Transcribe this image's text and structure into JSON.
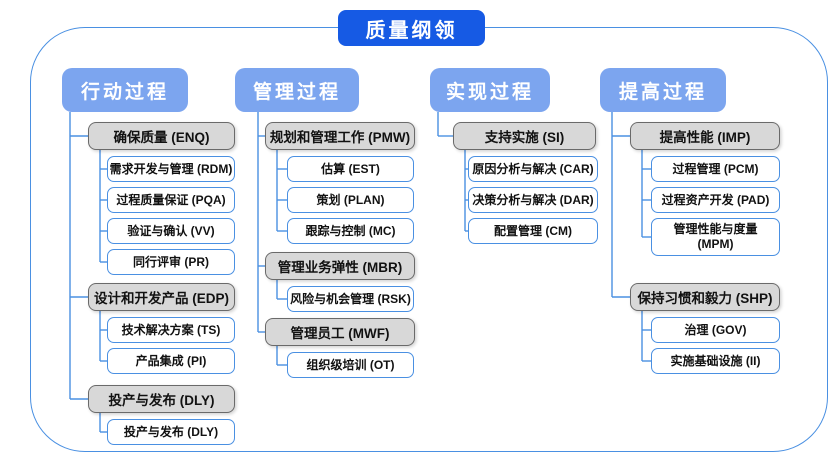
{
  "title": "质量纲领",
  "colors": {
    "title_bg": "#165ae4",
    "header_bg": "#7ca5ef",
    "group_fill": "#d8d8d8",
    "group_border": "#6a6a6a",
    "leaf_border": "#4a90e2",
    "connector": "#4a90e2",
    "frame_border": "#4a90e2"
  },
  "columns": [
    {
      "header": "行动过程",
      "groups": [
        {
          "label": "确保质量 (ENQ)",
          "children": [
            "需求开发与管理 (RDM)",
            "过程质量保证 (PQA)",
            "验证与确认 (VV)",
            "同行评审 (PR)"
          ]
        },
        {
          "label": "设计和开发产品 (EDP)",
          "children": [
            "技术解决方案 (TS)",
            "产品集成 (PI)"
          ]
        },
        {
          "label": "投产与发布 (DLY)",
          "children": [
            "投产与发布 (DLY)"
          ]
        }
      ]
    },
    {
      "header": "管理过程",
      "groups": [
        {
          "label": "规划和管理工作 (PMW)",
          "children": [
            "估算 (EST)",
            "策划 (PLAN)",
            "跟踪与控制 (MC)"
          ]
        },
        {
          "label": "管理业务弹性 (MBR)",
          "children": [
            "风险与机会管理 (RSK)"
          ]
        },
        {
          "label": "管理员工 (MWF)",
          "children": [
            "组织级培训 (OT)"
          ]
        }
      ]
    },
    {
      "header": "实现过程",
      "groups": [
        {
          "label": "支持实施 (SI)",
          "children": [
            "原因分析与解决 (CAR)",
            "决策分析与解决 (DAR)",
            "配置管理 (CM)"
          ]
        }
      ]
    },
    {
      "header": "提高过程",
      "groups": [
        {
          "label": "提高性能 (IMP)",
          "children": [
            "过程管理 (PCM)",
            "过程资产开发 (PAD)",
            "管理性能与度量\n(MPM)"
          ]
        },
        {
          "label": "保持习惯和毅力 (SHP)",
          "children": [
            "治理 (GOV)",
            "实施基础设施 (II)"
          ]
        }
      ]
    }
  ]
}
